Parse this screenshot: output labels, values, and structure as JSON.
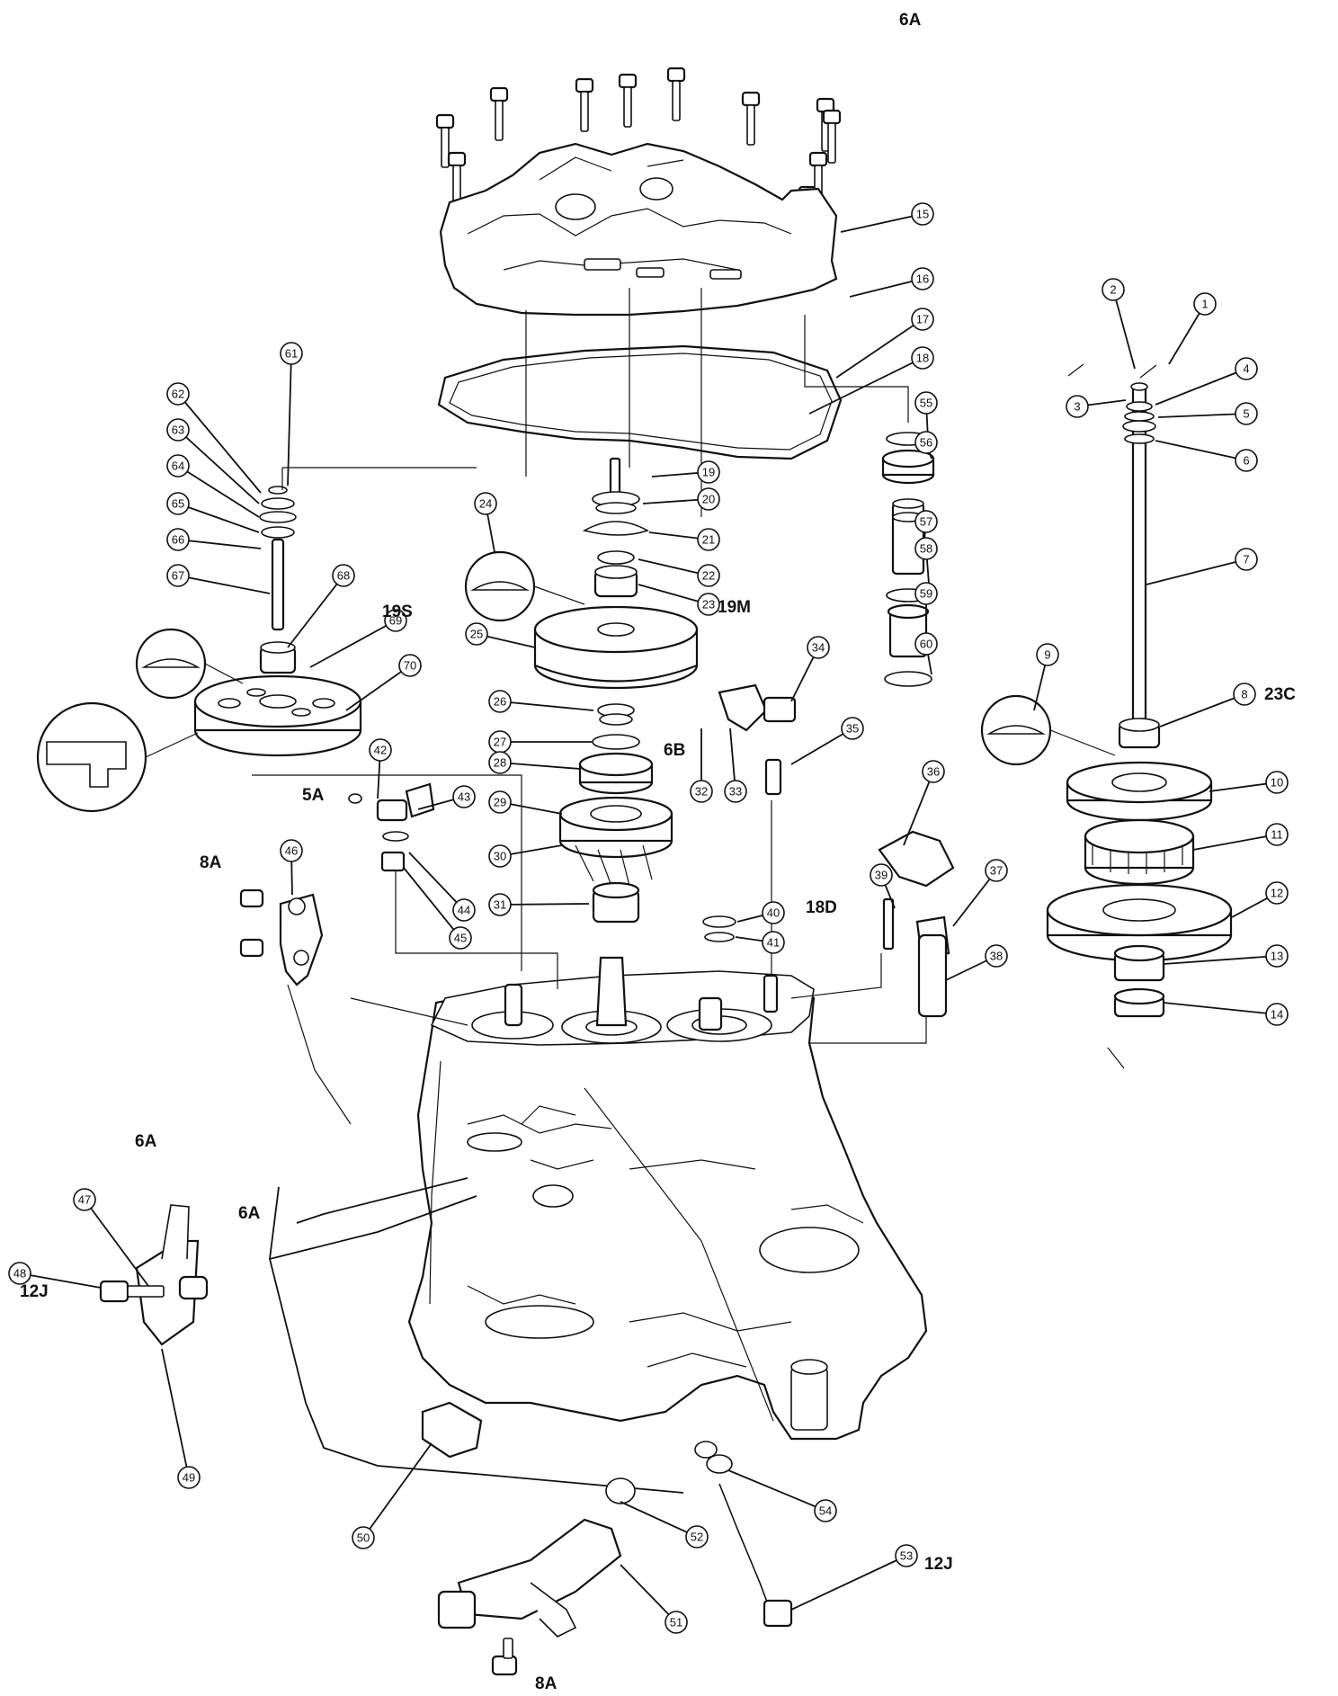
{
  "diagram": {
    "part_numbers": [
      "1",
      "2",
      "3",
      "4",
      "5",
      "6",
      "7",
      "8",
      "9",
      "10",
      "11",
      "12",
      "13",
      "14",
      "15",
      "16",
      "17",
      "18",
      "19",
      "20",
      "21",
      "22",
      "23",
      "24",
      "25",
      "26",
      "27",
      "28",
      "29",
      "30",
      "31",
      "32",
      "33",
      "34",
      "35",
      "36",
      "37",
      "38",
      "39",
      "40",
      "41",
      "42",
      "43",
      "44",
      "45",
      "46",
      "47",
      "48",
      "49",
      "50",
      "51",
      "52",
      "53",
      "54",
      "55",
      "56",
      "57",
      "58",
      "59",
      "60",
      "61",
      "62",
      "63",
      "64",
      "65",
      "66",
      "67",
      "68",
      "69",
      "70"
    ],
    "torque_specs": {
      "cover_bolts": "6A",
      "idler_shaft": "19S",
      "mainshaft_nut": "19M",
      "countershaft_nut": "23C",
      "interlock_bolt": "6B",
      "stopper_bolt": "5A",
      "detent_plug": "18D",
      "bracket_bolt_left": "8A",
      "shift_rod_bolt": "6A",
      "joint_bolt": "6A",
      "pivot_bolt": "12J",
      "banjo_bolt": "12J",
      "sensor_bolt": "8A"
    }
  }
}
